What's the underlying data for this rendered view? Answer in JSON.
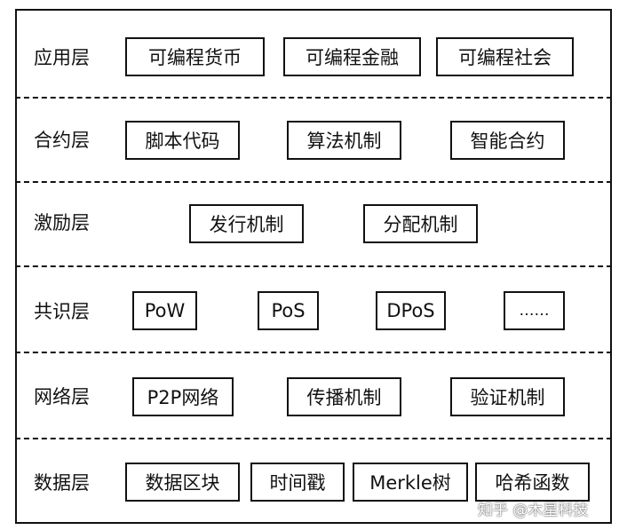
{
  "layers": [
    {
      "label": "应用层",
      "items": [
        "可编程货币",
        "可编程金融",
        "可编程社会"
      ]
    },
    {
      "label": "合约层",
      "items": [
        "脚本代码",
        "算法机制",
        "智能合约"
      ]
    },
    {
      "label": "激励层",
      "items": [
        "发行机制",
        "分配机制"
      ]
    },
    {
      "label": "共识层",
      "items": [
        "PoW",
        "PoS",
        "DPoS",
        "……"
      ]
    },
    {
      "label": "网络层",
      "items": [
        "P2P网络",
        "传播机制",
        "验证机制"
      ]
    },
    {
      "label": "数据层",
      "items": [
        "数据区块",
        "时间戳",
        "Merkle树",
        "哈希函数"
      ]
    }
  ],
  "watermark": "知乎 @木星科技"
}
